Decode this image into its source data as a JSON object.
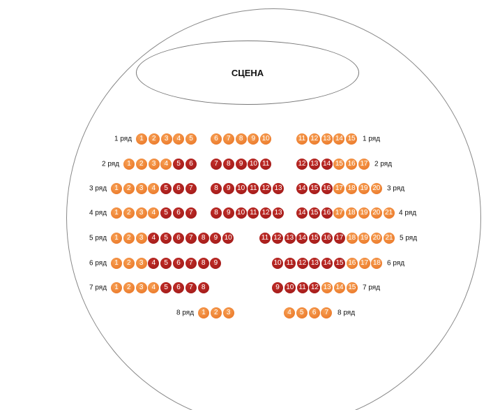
{
  "stage_label": "СЦЕНА",
  "colors": {
    "available": "#e8701f",
    "occupied": "#9a1515"
  },
  "rows": [
    {
      "label": "1 ряд",
      "blocks": [
        {
          "seats": [
            [
              1,
              "o"
            ],
            [
              2,
              "o"
            ],
            [
              3,
              "o"
            ],
            [
              4,
              "o"
            ],
            [
              5,
              "o"
            ]
          ]
        },
        {
          "seats": [
            [
              6,
              "o"
            ],
            [
              7,
              "o"
            ],
            [
              8,
              "o"
            ],
            [
              9,
              "o"
            ],
            [
              10,
              "o"
            ]
          ]
        },
        {
          "seats": [
            [
              11,
              "o"
            ],
            [
              12,
              "o"
            ],
            [
              13,
              "o"
            ],
            [
              14,
              "o"
            ],
            [
              15,
              "o"
            ]
          ]
        }
      ]
    },
    {
      "label": "2 ряд",
      "blocks": [
        {
          "seats": [
            [
              1,
              "o"
            ],
            [
              2,
              "o"
            ],
            [
              3,
              "o"
            ],
            [
              4,
              "o"
            ],
            [
              5,
              "r"
            ],
            [
              6,
              "r"
            ]
          ]
        },
        {
          "seats": [
            [
              7,
              "r"
            ],
            [
              8,
              "r"
            ],
            [
              9,
              "r"
            ],
            [
              10,
              "r"
            ],
            [
              11,
              "r"
            ]
          ]
        },
        {
          "seats": [
            [
              12,
              "r"
            ],
            [
              13,
              "r"
            ],
            [
              14,
              "r"
            ],
            [
              15,
              "o"
            ],
            [
              16,
              "o"
            ],
            [
              17,
              "o"
            ]
          ]
        }
      ]
    },
    {
      "label": "3 ряд",
      "blocks": [
        {
          "seats": [
            [
              1,
              "o"
            ],
            [
              2,
              "o"
            ],
            [
              3,
              "o"
            ],
            [
              4,
              "o"
            ],
            [
              5,
              "r"
            ],
            [
              6,
              "r"
            ],
            [
              7,
              "r"
            ]
          ]
        },
        {
          "seats": [
            [
              8,
              "r"
            ],
            [
              9,
              "r"
            ],
            [
              10,
              "r"
            ],
            [
              11,
              "r"
            ],
            [
              12,
              "r"
            ],
            [
              13,
              "r"
            ]
          ]
        },
        {
          "seats": [
            [
              14,
              "r"
            ],
            [
              15,
              "r"
            ],
            [
              16,
              "r"
            ],
            [
              17,
              "o"
            ],
            [
              18,
              "o"
            ],
            [
              19,
              "o"
            ],
            [
              20,
              "o"
            ]
          ]
        }
      ]
    },
    {
      "label": "4 ряд",
      "blocks": [
        {
          "seats": [
            [
              1,
              "o"
            ],
            [
              2,
              "o"
            ],
            [
              3,
              "o"
            ],
            [
              4,
              "o"
            ],
            [
              5,
              "r"
            ],
            [
              6,
              "r"
            ],
            [
              7,
              "r"
            ]
          ]
        },
        {
          "seats": [
            [
              8,
              "r"
            ],
            [
              9,
              "r"
            ],
            [
              10,
              "r"
            ],
            [
              11,
              "r"
            ],
            [
              12,
              "r"
            ],
            [
              13,
              "r"
            ]
          ]
        },
        {
          "seats": [
            [
              14,
              "r"
            ],
            [
              15,
              "r"
            ],
            [
              16,
              "r"
            ],
            [
              17,
              "o"
            ],
            [
              18,
              "o"
            ],
            [
              19,
              "o"
            ],
            [
              20,
              "o"
            ],
            [
              21,
              "o"
            ]
          ]
        }
      ]
    },
    {
      "label": "5 ряд",
      "blocks": [
        {
          "seats": [
            [
              1,
              "o"
            ],
            [
              2,
              "o"
            ],
            [
              3,
              "o"
            ],
            [
              4,
              "r"
            ],
            [
              5,
              "r"
            ],
            [
              6,
              "r"
            ],
            [
              7,
              "r"
            ],
            [
              8,
              "r"
            ],
            [
              9,
              "r"
            ],
            [
              10,
              "r"
            ]
          ]
        },
        {
          "seats": [
            [
              11,
              "r"
            ],
            [
              12,
              "r"
            ],
            [
              13,
              "r"
            ],
            [
              14,
              "r"
            ],
            [
              15,
              "r"
            ],
            [
              16,
              "r"
            ],
            [
              17,
              "r"
            ],
            [
              18,
              "o"
            ],
            [
              19,
              "o"
            ],
            [
              20,
              "o"
            ],
            [
              21,
              "o"
            ]
          ]
        }
      ]
    },
    {
      "label": "6 ряд",
      "blocks": [
        {
          "seats": [
            [
              1,
              "o"
            ],
            [
              2,
              "o"
            ],
            [
              3,
              "o"
            ],
            [
              4,
              "r"
            ],
            [
              5,
              "r"
            ],
            [
              6,
              "r"
            ],
            [
              7,
              "r"
            ],
            [
              8,
              "r"
            ],
            [
              9,
              "r"
            ]
          ]
        },
        {
          "seats": [
            [
              10,
              "r"
            ],
            [
              11,
              "r"
            ],
            [
              12,
              "r"
            ],
            [
              13,
              "r"
            ],
            [
              14,
              "r"
            ],
            [
              15,
              "r"
            ],
            [
              16,
              "o"
            ],
            [
              17,
              "o"
            ],
            [
              18,
              "o"
            ]
          ]
        }
      ]
    },
    {
      "label": "7 ряд",
      "blocks": [
        {
          "seats": [
            [
              1,
              "o"
            ],
            [
              2,
              "o"
            ],
            [
              3,
              "o"
            ],
            [
              4,
              "o"
            ],
            [
              5,
              "r"
            ],
            [
              6,
              "r"
            ],
            [
              7,
              "r"
            ],
            [
              8,
              "r"
            ]
          ]
        },
        {
          "seats": [
            [
              9,
              "r"
            ],
            [
              10,
              "r"
            ],
            [
              11,
              "r"
            ],
            [
              12,
              "r"
            ],
            [
              13,
              "o"
            ],
            [
              14,
              "o"
            ],
            [
              15,
              "o"
            ]
          ]
        }
      ]
    },
    {
      "label": "8 ряд",
      "blocks": [
        {
          "seats": [
            [
              1,
              "o"
            ],
            [
              2,
              "o"
            ],
            [
              3,
              "o"
            ]
          ]
        },
        {
          "seats": [
            [
              4,
              "o"
            ],
            [
              5,
              "o"
            ],
            [
              6,
              "o"
            ],
            [
              7,
              "o"
            ]
          ]
        }
      ]
    }
  ]
}
